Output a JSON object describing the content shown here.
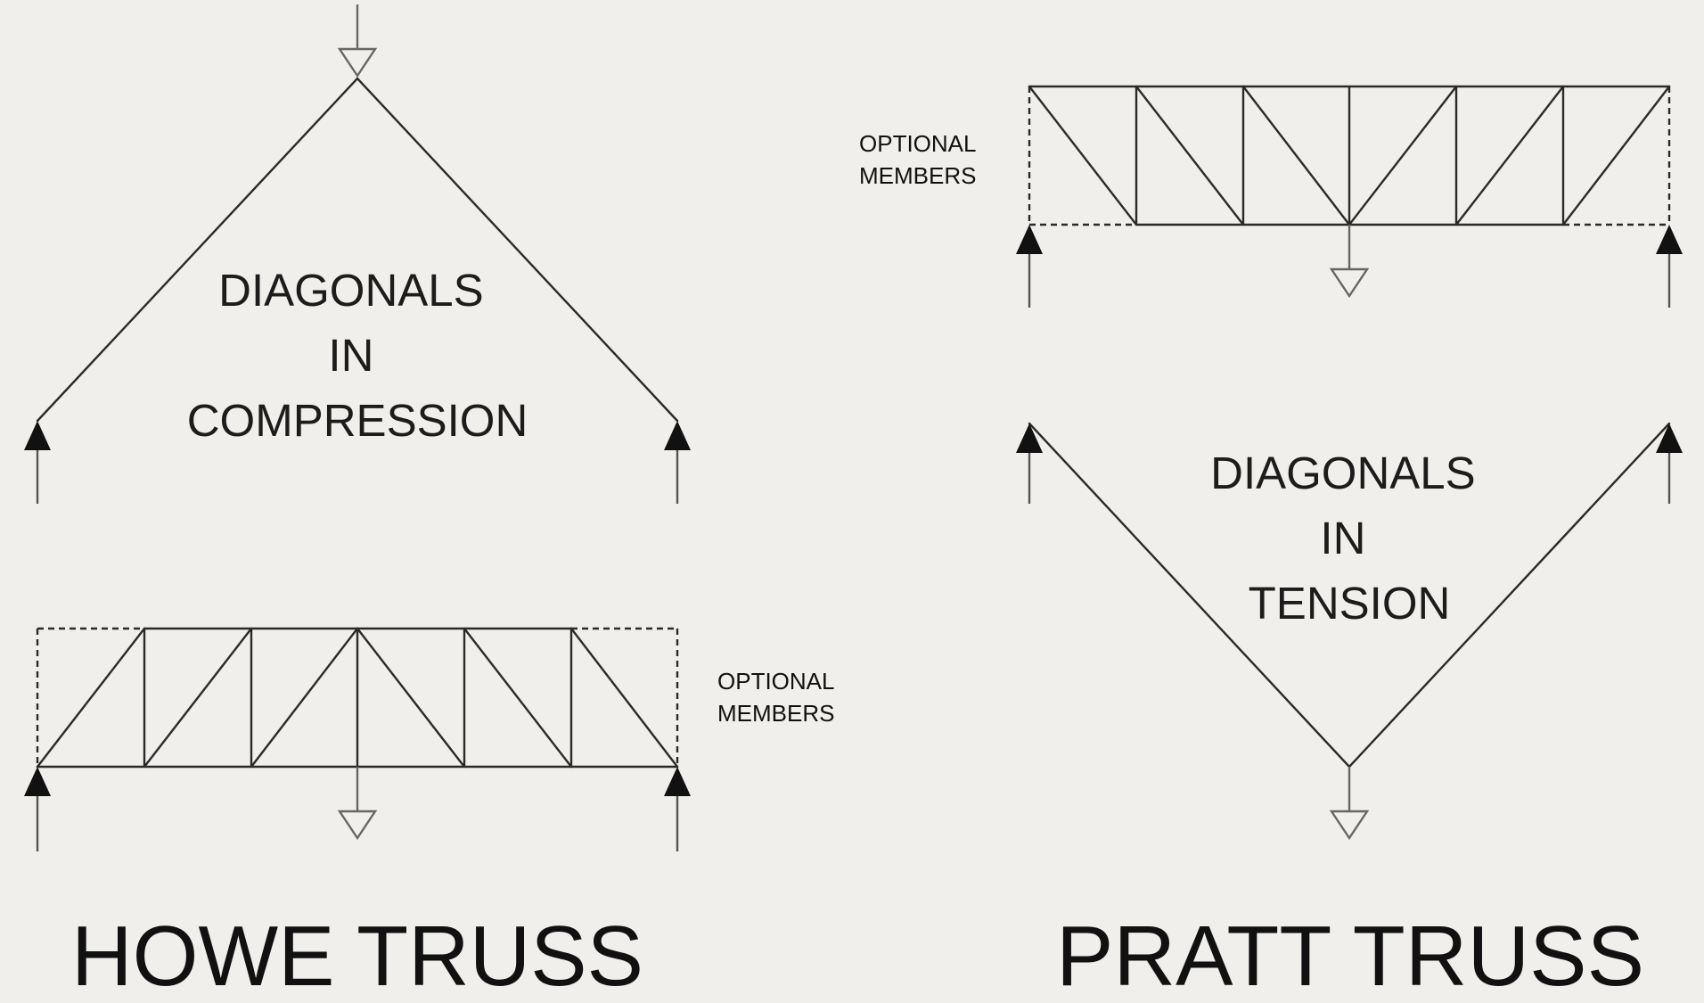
{
  "colors": {
    "background": "#f1efeb",
    "line": "#2a2a2a",
    "reaction_arrow": "#111111",
    "load_arrow": "#666666"
  },
  "howe": {
    "title": "HOWE TRUSS",
    "arch_label": [
      "DIAGONALS",
      "IN",
      "COMPRESSION"
    ],
    "optional_label": [
      "OPTIONAL",
      "MEMBERS"
    ]
  },
  "pratt": {
    "title": "PRATT TRUSS",
    "arch_label": [
      "DIAGONALS",
      "IN",
      "TENSION"
    ],
    "optional_label": [
      "OPTIONAL",
      "MEMBERS"
    ]
  }
}
